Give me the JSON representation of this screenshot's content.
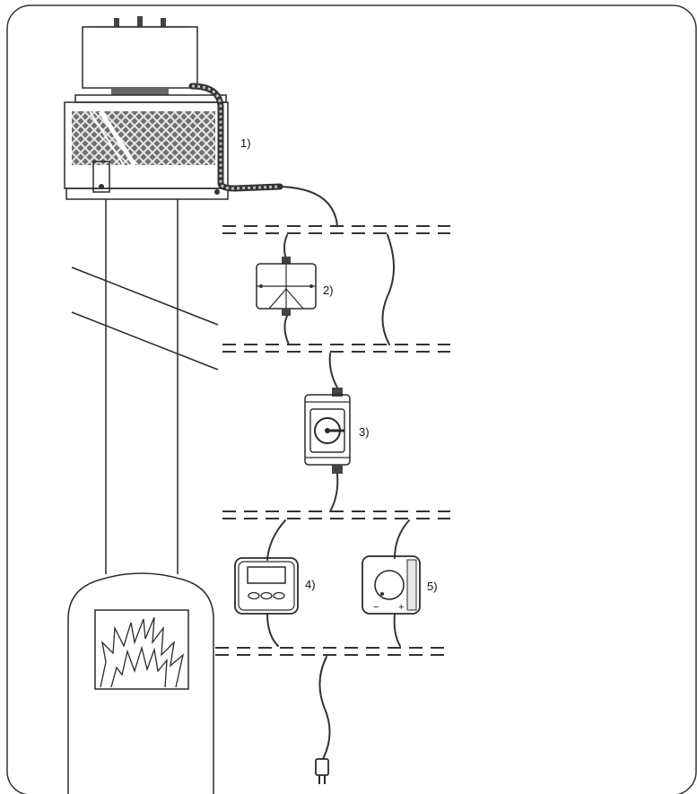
{
  "components": [
    {
      "id": "fan",
      "label": "1)"
    },
    {
      "id": "junction-box",
      "label": "2)"
    },
    {
      "id": "isolator-switch",
      "label": "3)"
    },
    {
      "id": "digital-controller",
      "label": "4)"
    },
    {
      "id": "speed-dial",
      "label": "5)"
    }
  ],
  "dial_signs": {
    "minus": "−",
    "plus": "+"
  },
  "colors": {
    "outline": "#2a2a2a",
    "grille": "#555555",
    "frame": "#333333",
    "background": "#ffffff"
  }
}
